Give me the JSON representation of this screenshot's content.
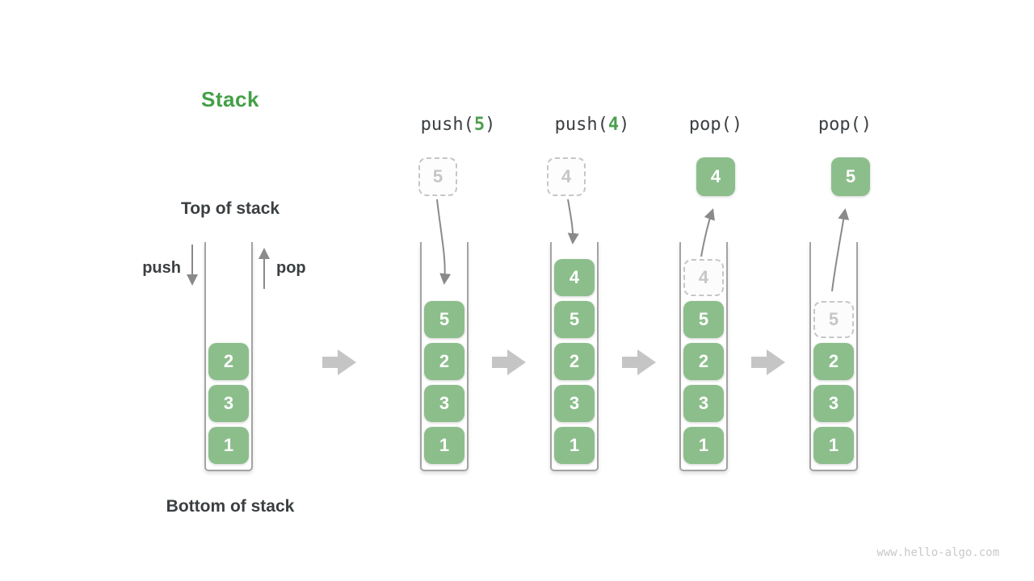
{
  "title": "Stack",
  "annotations": {
    "top_of_stack": "Top of stack",
    "bottom_of_stack": "Bottom of stack",
    "push_label": "push",
    "pop_label": "pop"
  },
  "operations": [
    {
      "prefix": "push(",
      "arg": "5",
      "suffix": ")"
    },
    {
      "prefix": "push(",
      "arg": "4",
      "suffix": ")"
    },
    {
      "prefix": "pop(",
      "arg": "",
      "suffix": ")"
    },
    {
      "prefix": "pop(",
      "arg": "",
      "suffix": ")"
    }
  ],
  "floating_values": [
    {
      "value": "5",
      "style": "dashed"
    },
    {
      "value": "4",
      "style": "dashed"
    },
    {
      "value": "4",
      "style": "solid"
    },
    {
      "value": "5",
      "style": "solid"
    }
  ],
  "stacks": [
    {
      "state": "initial",
      "items": [
        {
          "value": "2"
        },
        {
          "value": "3"
        },
        {
          "value": "1"
        }
      ]
    },
    {
      "state": "after push(5)",
      "items": [
        {
          "value": "5"
        },
        {
          "value": "2"
        },
        {
          "value": "3"
        },
        {
          "value": "1"
        }
      ]
    },
    {
      "state": "after push(4)",
      "items": [
        {
          "value": "4"
        },
        {
          "value": "5"
        },
        {
          "value": "2"
        },
        {
          "value": "3"
        },
        {
          "value": "1"
        }
      ]
    },
    {
      "state": "after pop()",
      "items": [
        {
          "value": "4",
          "ghost": true
        },
        {
          "value": "5"
        },
        {
          "value": "2"
        },
        {
          "value": "3"
        },
        {
          "value": "1"
        }
      ]
    },
    {
      "state": "after pop()",
      "items": [
        {
          "value": "5",
          "ghost": true
        },
        {
          "value": "2"
        },
        {
          "value": "3"
        },
        {
          "value": "1"
        }
      ]
    }
  ],
  "colors": {
    "box_green": "#8cbe8c",
    "title_green": "#43a047",
    "code_green": "#4c9e50",
    "dark_text": "#3b3f42",
    "arrow_gray": "#8a8a8a",
    "flow_arrow_gray": "#c5c5c5",
    "ghost_gray": "#c6c6c6",
    "container_border": "#a3a3a3"
  },
  "watermark": "www.hello-algo.com"
}
